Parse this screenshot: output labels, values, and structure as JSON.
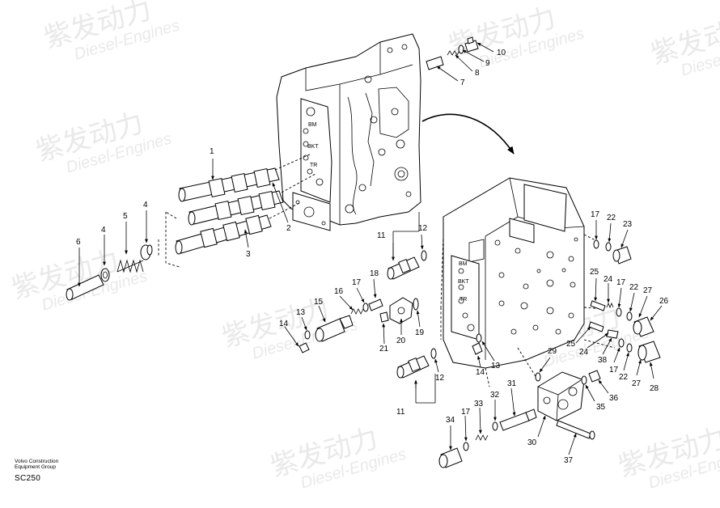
{
  "watermark": {
    "brand": "紫发动力",
    "sub": "Diesel-Engines"
  },
  "footer": {
    "company_line1": "Volvo Construction",
    "company_line2": "Equipment Group",
    "code": "SC250"
  },
  "block_labels": {
    "upper_bm": "BM",
    "upper_bkt": "BKT",
    "upper_tr": "TR",
    "lower_bm": "BM",
    "lower_bkt": "BKT",
    "lower_tr": "TR"
  },
  "callouts": [
    "10",
    "9",
    "8",
    "7",
    "1",
    "2",
    "3",
    "4",
    "5",
    "4",
    "6",
    "11",
    "12",
    "18",
    "16",
    "15",
    "17",
    "13",
    "14",
    "21",
    "20",
    "19",
    "13",
    "14",
    "12",
    "11",
    "17",
    "22",
    "23",
    "25",
    "24",
    "17",
    "22",
    "27",
    "26",
    "25",
    "24",
    "38",
    "17",
    "22",
    "27",
    "28",
    "29",
    "31",
    "32",
    "33",
    "17",
    "34",
    "30",
    "35",
    "36",
    "37"
  ]
}
